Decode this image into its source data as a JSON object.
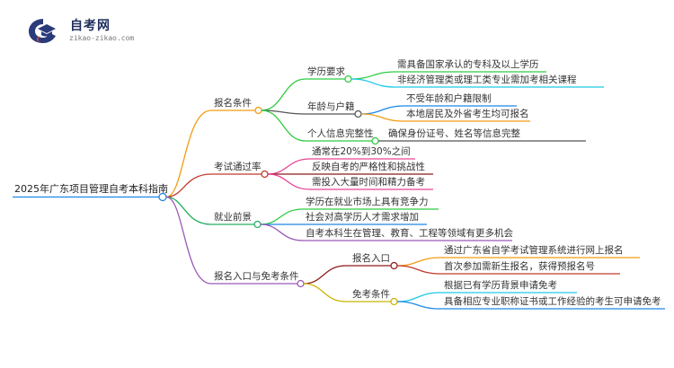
{
  "logo": {
    "name": "自考网",
    "url": "zikao-zikao.com"
  },
  "root": {
    "label": "2025年广东项目管理自考本科指南"
  },
  "branches": [
    {
      "label": "报名条件",
      "color": "#f39c12",
      "children": [
        {
          "label": "学历要求",
          "color": "#2ecc40",
          "children": [
            {
              "label": "需具备国家承认的专科及以上学历",
              "color": "#2ecc40"
            },
            {
              "label": "非经济管理类或理工类专业需加考相关课程",
              "color": "#1ec9e6"
            }
          ]
        },
        {
          "label": "年龄与户籍",
          "color": "#555555",
          "children": [
            {
              "label": "不受年龄和户籍限制",
              "color": "#1e88e5"
            },
            {
              "label": "本地居民及外省考生均可报名",
              "color": "#f39c12"
            }
          ]
        },
        {
          "label": "个人信息完整性",
          "color": "#2ecc40",
          "children": [
            {
              "label": "确保身份证号、姓名等信息完整",
              "color": "#555555"
            }
          ]
        }
      ]
    },
    {
      "label": "考试通过率",
      "color": "#c0392b",
      "children": [
        {
          "label": "通常在20%到30%之间",
          "color": "#e84393"
        },
        {
          "label": "反映自考的严格性和挑战性",
          "color": "#8e1b1b"
        },
        {
          "label": "需投入大量时间和精力备考",
          "color": "#e84393"
        }
      ]
    },
    {
      "label": "就业前景",
      "color": "#27ae60",
      "children": [
        {
          "label": "学历在就业市场上具有竞争力",
          "color": "#2ecc40"
        },
        {
          "label": "社会对高学历人才需求增加",
          "color": "#1e88e5"
        },
        {
          "label": "自考本科生在管理、教育、工程等领域有更多机会",
          "color": "#9b59b6"
        }
      ]
    },
    {
      "label": "报名入口与免考条件",
      "color": "#9b59b6",
      "children": [
        {
          "label": "报名入口",
          "color": "#8e1b1b",
          "children": [
            {
              "label": "通过广东省自学考试管理系统进行网上报名",
              "color": "#f39c12"
            },
            {
              "label": "首次参加需新生报名，获得预报名号",
              "color": "#c0392b"
            }
          ]
        },
        {
          "label": "免考条件",
          "color": "#c9b400",
          "children": [
            {
              "label": "根据已有学历背景申请免考",
              "color": "#1ec9e6"
            },
            {
              "label": "具备相应专业职称证书或工作经验的考生可申请免考",
              "color": "#1e88e5"
            }
          ]
        }
      ]
    }
  ]
}
